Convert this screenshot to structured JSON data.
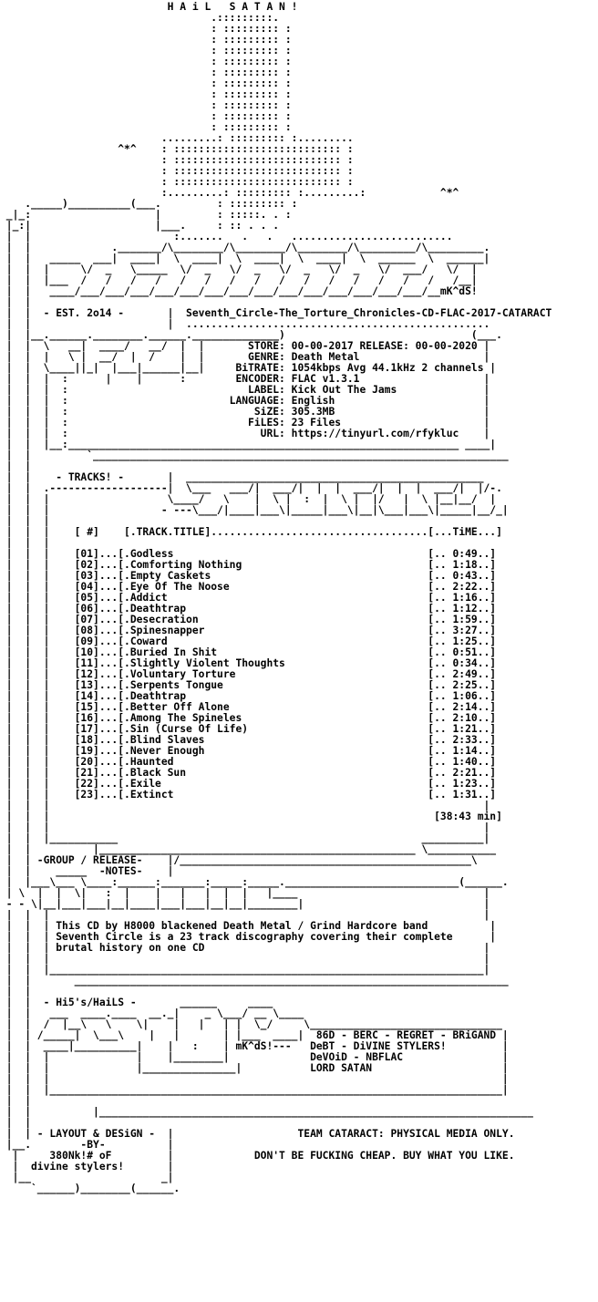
{
  "nfo": {
    "lines": [
      "                           H A i L   S A T A N !",
      "                                  .:::::::::.",
      "                                  : ::::::::: :",
      "                                  : ::::::::: :",
      "                                  : ::::::::: :",
      "                                  : ::::::::: :",
      "                                  : ::::::::: :",
      "                                  : ::::::::: :",
      "                                  : ::::::::: :",
      "                                  : ::::::::: :",
      "                                  : ::::::::: :",
      "                                  : ::::::::: :",
      "                          .........: ::::::::: :.........",
      "                   ^*^    : ::::::::::::::::::::::::::: :",
      "                          : ::::::::::::::::::::::::::: :",
      "                          : ::::::::::::::::::::::::::: :",
      "                          : ::::::::::::::::::::::::::: :",
      "                          :.........: ::::::::: :.........:            ^*^",
      "    ._____)__________(___.         : ::::::::: :",
      " _|_:                    |         : :::::. . :",
      " |_:|                    |___.     : :: . . .",
      " |  |                       :.......   .   .   ..........................",
      " |  |             ._______/\\________/\\________/\\________/\\_________/\\_________.",
      " |  |   _____  ___|  ____|  \\  ____|  \\  ____|  \\  ____|  \\  ______  \\  ______|",
      " |  |  |     \\/  _   \\_____  \\/  _   \\/  _   \\/  _   \\/  _   \\/  ___/   \\/  |",
      " |  |  |___  /   /   /   /   /   /   /   /   /   /   /   /   /   /   /   /__|",
      " |  |   ____/___/___/___/___/___/___/___/___/___/___/___/___/___/___/__mK^dS!",
      " |  |",
      " |  |  - EST. 2o14 -       |  Seventh_Circle-The_Torture_Chronicles-CD-FLAC-2017-CATARACT",
      " |  |                      |  .................................................",
      " |  |__.______.________.______.______________)                              (___.",
      " |  |  \\   __|  ____/   __/  |  |       STORE: 00-00-2017 RELEASE: 00-00-2020 |",
      " |  |  |   \\ |  __/  |  /    |  |       GENRE: Death Metal                    |",
      " |  |  \\____||_|  |___|______|__|     BiTRATE: 1054kbps Avg 44.1kHz 2 channels |",
      " |  |  |  :      |    |      :        ENCODER: FLAC v1.3.1                    |",
      " |  |  |  :                             LABEL: Kick Out The Jams              |",
      " |  |  |  :                          LANGUAGE: English                        |",
      " |  |  |  :                              SiZE: 305.3MB                        |",
      " |  |  |  :                             FiLES: 23 Files                       |",
      " |  |  |  :                               URL: https://tinyurl.com/rfykluc    |",
      " |  |  |__:_______________________________________________________________ ____|",
      " |  |         `___________________________________________________________________",
      " |  |",
      " |  |    - TRACKS! -       |  ________________________________________________",
      " |  |  .-------------------|  \\___   ___/|  ___/|  |  |  ___/|  |  |  ___/|  |/-.",
      " |  |  |                   \\____/   \\    |  \\ |  :  |  \\ |  |/   |  \\ |__|__/  |",
      " |  |  |                  - ---\\___/|____|___\\|_____|___\\|__|\\___|___\\|_____|__/_|",
      " |  |  |",
      " |  |  |    [ #]    [.TRACK.TITLE]...................................[...TiME...]",
      " |  |  |",
      " |  |  |    [01]...[.Godless                                         [.. 0:49..]",
      " |  |  |    [02]...[.Comforting Nothing                              [.. 1:18..]",
      " |  |  |    [03]...[.Empty Caskets                                   [.. 0:43..]",
      " |  |  |    [04]...[.Eye Of The Noose                                [.. 2:22..]",
      " |  |  |    [05]...[.Addict                                          [.. 1:16..]",
      " |  |  |    [06]...[.Deathtrap                                       [.. 1:12..]",
      " |  |  |    [07]...[.Desecration                                     [.. 1:59..]",
      " |  |  |    [08]...[.Spinesnapper                                    [.. 3:27..]",
      " |  |  |    [09]...[.Coward                                          [.. 1:25..]",
      " |  |  |    [10]...[.Buried In Shit                                  [.. 0:51..]",
      " |  |  |    [11]...[.Slightly Violent Thoughts                       [.. 0:34..]",
      " |  |  |    [12]...[.Voluntary Torture                               [.. 2:49..]",
      " |  |  |    [13]...[.Serpents Tongue                                 [.. 2:25..]",
      " |  |  |    [14]...[.Deathtrap                                       [.. 1:06..]",
      " |  |  |    [15]...[.Better Off Alone                                [.. 2:14..]",
      " |  |  |    [16]...[.Among The Spineles                              [.. 2:10..]",
      " |  |  |    [17]...[.Sin (Curse Of Life)                             [.. 1:21..]",
      " |  |  |    [18]...[.Blind Slaves                                    [.. 2:33..]",
      " |  |  |    [19]...[.Never Enough                                    [.. 1:14..]",
      " |  |  |    [20]...[.Haunted                                         [.. 1:40..]",
      " |  |  |    [21]...[.Black Sun                                       [.. 2:21..]",
      " |  |  |    [22]...[.Exile                                           [.. 1:23..]",
      " |  |  |    [23]...[.Extinct                                         [.. 1:31..]",
      " |  |  |                                                                      |",
      " |  |  |                                                              [38:43 min]",
      " |  |  |                                                                      |",
      " |  |  |___________                                                 __________|",
      " |  |          |___________________________________________________ \\___________",
      " |  | -GROUP / RELEASE-    |/_______________________________________________\\",
      " |  |    _____  -NOTES-    |",
      " |  |___\\___ \\____:______:_______:_____:_____.____________________________(______.",
      " | \\  |  |  \\|   :  |    |   |   |  |  |   |____                              |",
      " - - \\|__|___|___|__|____|___|___|__|__|________|                             |",
      " |  |  |                                                                      |",
      " |  |  | This CD by H8000 blackened Death Metal / Grind Hardcore band          |",
      " |  |  | Seventh Circle is a 23 track discography covering their complete      |",
      " |  |  | brutal history on one CD                                             |",
      " |  |  |                                                                      |",
      " |  |  |______________________________________________________________________|",
      " |  |       ______________________________________________________________________",
      " |  |",
      " |  |  - Hi5's/HaiLS -       ______     ____",
      " |  |   ___  ____.____  __._|    _ \\___/ __ \\____",
      " |  |  /  |__\\   \\    \\|    |   |   | |  \\_/     \\_______________________________",
      " |  | /_____|  \\___\\    |   |       | |___  ____|  86D - BERC - REGRET - BRiGAND |",
      " |  |  ____|__________|    |   :    | mK^dS!---   DeBT - DiVINE STYLERS!         |",
      " |  |  |              |    |________|             DeVOiD - NBFLAC                |",
      " |  |  |              |_______________|           LORD SATAN                     |",
      " |  |  |                                                                         |",
      " |  |  |_________________________________________________________________________|",
      " |  |",
      " |  |          |______________________________________________________________________",
      " |  |",
      " |  | - LAYOUT & DESiGN -  |                    TEAM CATARACT: PHYSICAL MEDIA ONLY.",
      " |__.        -BY-          |",
      "  |     380Nk!# oF         |             DON'T BE FUCKING CHEAP. BUY WHAT YOU LIKE.",
      "  |  divine stylers!       |",
      "  |__                     _|",
      "     `______)________(______."
    ]
  }
}
